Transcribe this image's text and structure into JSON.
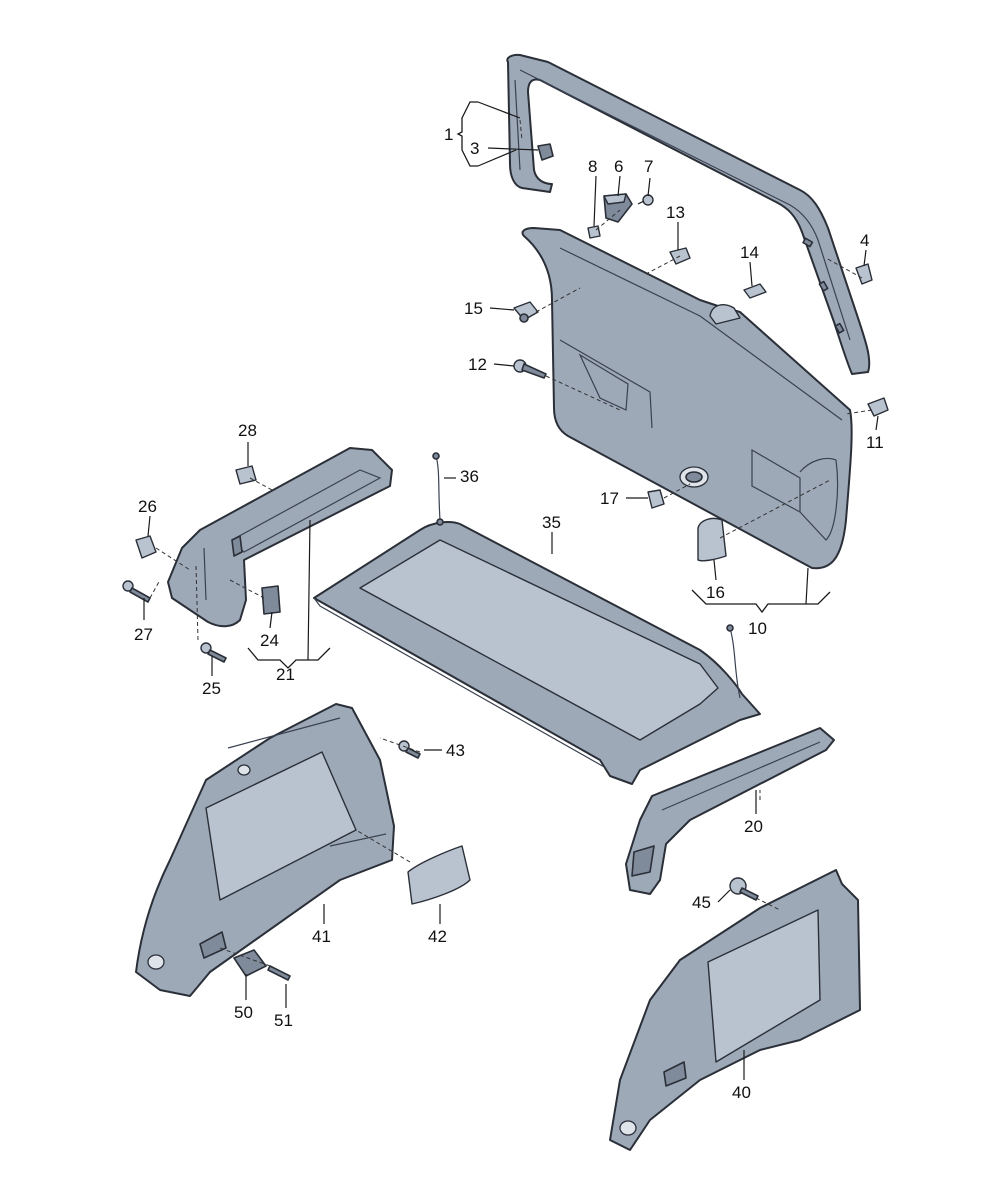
{
  "diagram": {
    "callouts": [
      {
        "id": "1",
        "label": "1"
      },
      {
        "id": "3",
        "label": "3"
      },
      {
        "id": "4",
        "label": "4"
      },
      {
        "id": "6",
        "label": "6"
      },
      {
        "id": "7",
        "label": "7"
      },
      {
        "id": "8",
        "label": "8"
      },
      {
        "id": "10",
        "label": "10"
      },
      {
        "id": "11",
        "label": "11"
      },
      {
        "id": "12",
        "label": "12"
      },
      {
        "id": "13",
        "label": "13"
      },
      {
        "id": "14",
        "label": "14"
      },
      {
        "id": "15",
        "label": "15"
      },
      {
        "id": "16",
        "label": "16"
      },
      {
        "id": "17",
        "label": "17"
      },
      {
        "id": "20",
        "label": "20"
      },
      {
        "id": "21",
        "label": "21"
      },
      {
        "id": "24",
        "label": "24"
      },
      {
        "id": "25",
        "label": "25"
      },
      {
        "id": "26",
        "label": "26"
      },
      {
        "id": "27",
        "label": "27"
      },
      {
        "id": "28",
        "label": "28"
      },
      {
        "id": "35",
        "label": "35"
      },
      {
        "id": "36",
        "label": "36"
      },
      {
        "id": "40",
        "label": "40"
      },
      {
        "id": "41",
        "label": "41"
      },
      {
        "id": "42",
        "label": "42"
      },
      {
        "id": "43",
        "label": "43"
      },
      {
        "id": "45",
        "label": "45"
      },
      {
        "id": "50",
        "label": "50"
      },
      {
        "id": "51",
        "label": "51"
      }
    ]
  }
}
